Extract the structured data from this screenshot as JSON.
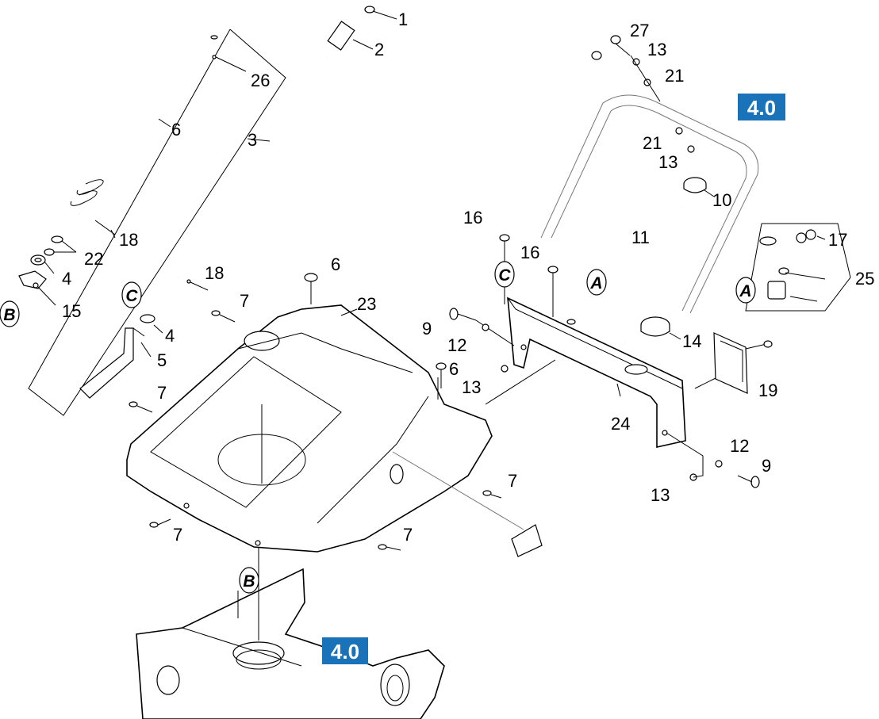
{
  "badges": [
    {
      "id": "top-right",
      "text": "4.0",
      "color": "#1a73b8"
    },
    {
      "id": "bottom",
      "text": "4.0",
      "color": "#1a73b8"
    }
  ],
  "callouts": {
    "c1": "1",
    "c2": "2",
    "c3": "3",
    "c4a": "4",
    "c4b": "4",
    "c5": "5",
    "c6a": "6",
    "c6b": "6",
    "c6c": "6",
    "c7a": "7",
    "c7b": "7",
    "c7c": "7",
    "c7d": "7",
    "c7e": "7",
    "c9a": "9",
    "c9b": "9",
    "c10": "10",
    "c11": "11",
    "c12a": "12",
    "c12b": "12",
    "c13a": "13",
    "c13b": "13",
    "c13c": "13",
    "c13d": "13",
    "c14": "14",
    "c15": "15",
    "c16a": "16",
    "c16b": "16",
    "c17": "17",
    "c18a": "18",
    "c18b": "18",
    "c19": "19",
    "c21a": "21",
    "c21b": "21",
    "c22": "22",
    "c23": "23",
    "c24": "24",
    "c25": "25",
    "c26": "26",
    "c27": "27"
  },
  "refs": {
    "ra1": "A",
    "ra2": "A",
    "rb1": "B",
    "rb2": "B",
    "rc1": "C",
    "rc2": "C"
  }
}
